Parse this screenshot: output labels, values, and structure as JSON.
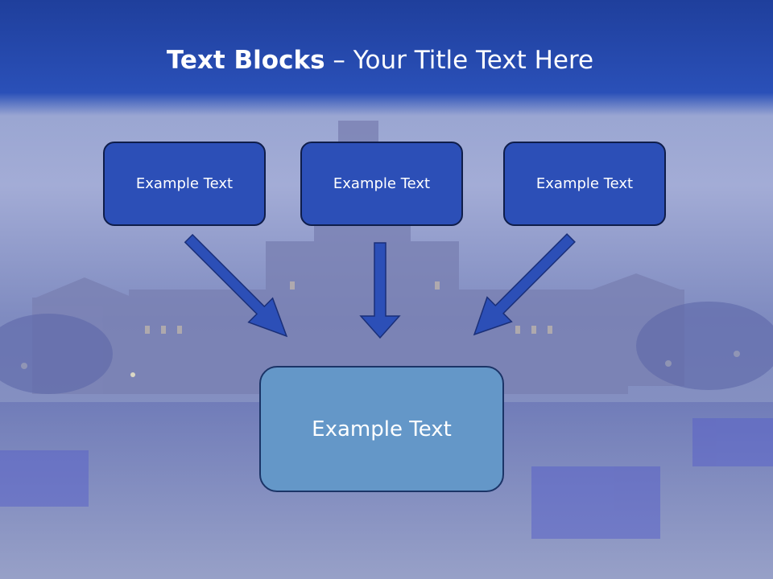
{
  "slide": {
    "title_bold": "Text Blocks",
    "title_dash": " – ",
    "title_rest": "Your Title Text Here",
    "top_boxes": [
      {
        "label": "Example Text"
      },
      {
        "label": "Example Text"
      },
      {
        "label": "Example Text"
      }
    ],
    "main_box": {
      "label": "Example Text"
    }
  },
  "colors": {
    "header_blue": "#2348b0",
    "box_blue": "#2c4fb7",
    "main_box_blue": "#6497c8",
    "arrow_blue": "#2c4fb7"
  }
}
